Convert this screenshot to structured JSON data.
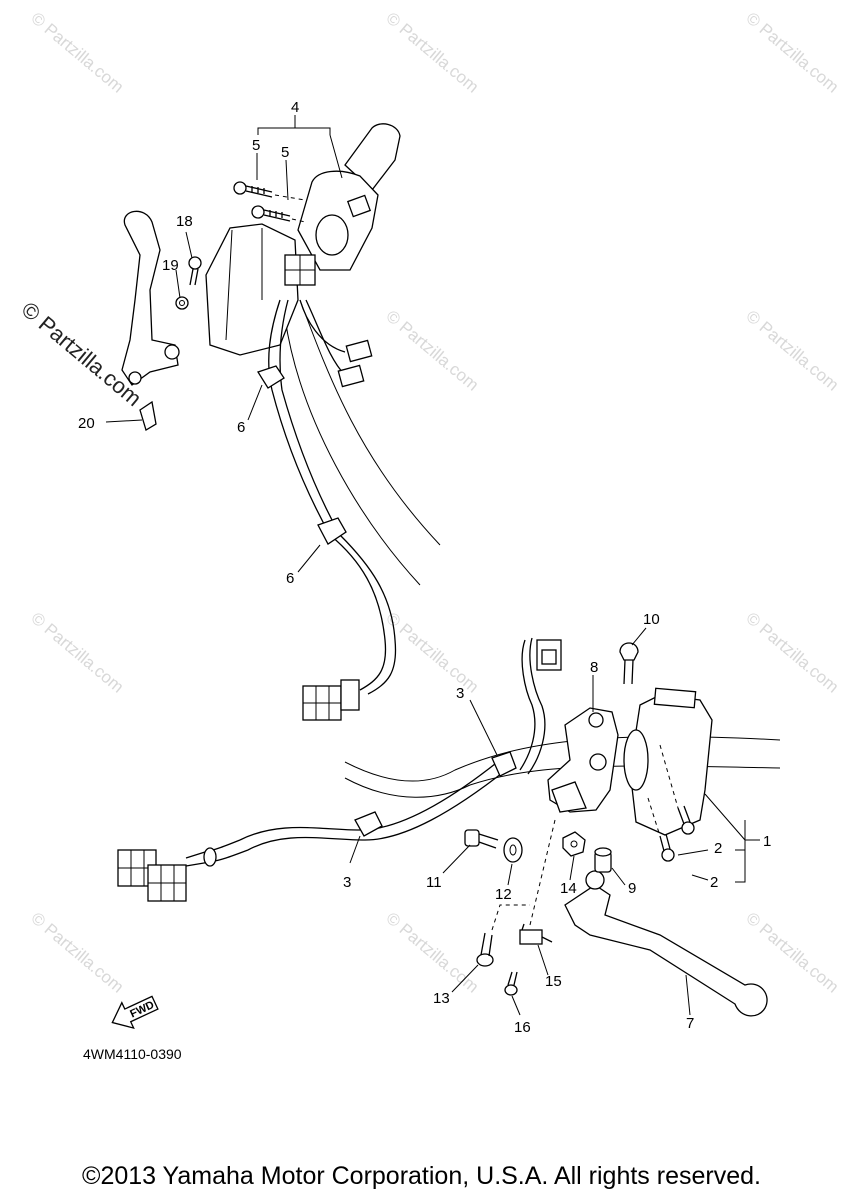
{
  "diagram": {
    "callouts": [
      {
        "id": "c4",
        "label": "4"
      },
      {
        "id": "c5a",
        "label": "5"
      },
      {
        "id": "c5b",
        "label": "5"
      },
      {
        "id": "c18",
        "label": "18"
      },
      {
        "id": "c19",
        "label": "19"
      },
      {
        "id": "c20",
        "label": "20"
      },
      {
        "id": "c6a",
        "label": "6"
      },
      {
        "id": "c6b",
        "label": "6"
      },
      {
        "id": "c10",
        "label": "10"
      },
      {
        "id": "c8",
        "label": "8"
      },
      {
        "id": "c3a",
        "label": "3"
      },
      {
        "id": "c3b",
        "label": "3"
      },
      {
        "id": "c1",
        "label": "1"
      },
      {
        "id": "c2a",
        "label": "2"
      },
      {
        "id": "c2b",
        "label": "2"
      },
      {
        "id": "c9",
        "label": "9"
      },
      {
        "id": "c14",
        "label": "14"
      },
      {
        "id": "c12",
        "label": "12"
      },
      {
        "id": "c11",
        "label": "11"
      },
      {
        "id": "c13",
        "label": "13"
      },
      {
        "id": "c15",
        "label": "15"
      },
      {
        "id": "c16",
        "label": "16"
      },
      {
        "id": "c7",
        "label": "7"
      }
    ],
    "fwd_arrow_label": "FWD",
    "diagram_code": "4WM4110-0390",
    "watermark_text": "© Partzilla.com"
  },
  "footer": {
    "copyright": "©2013 Yamaha Motor Corporation, U.S.A. All rights reserved."
  }
}
